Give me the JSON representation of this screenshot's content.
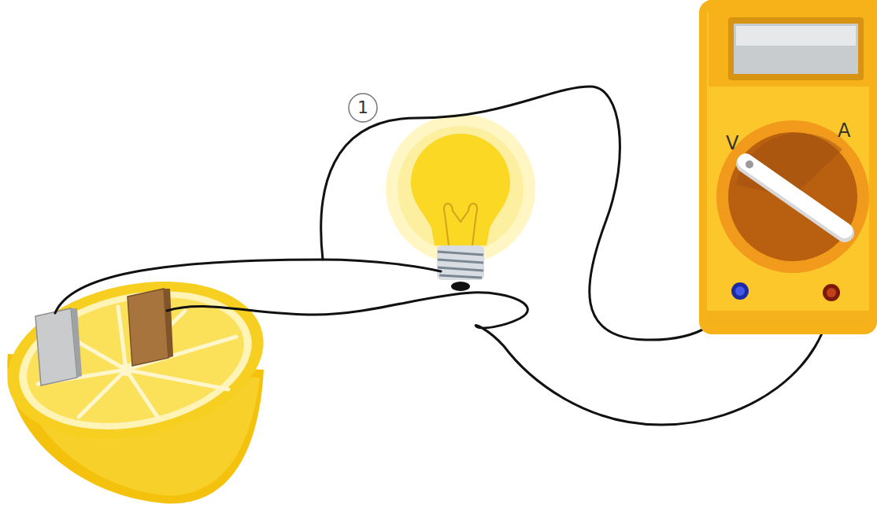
{
  "diagram": {
    "labels": [
      "1",
      "V",
      "A"
    ]
  }
}
